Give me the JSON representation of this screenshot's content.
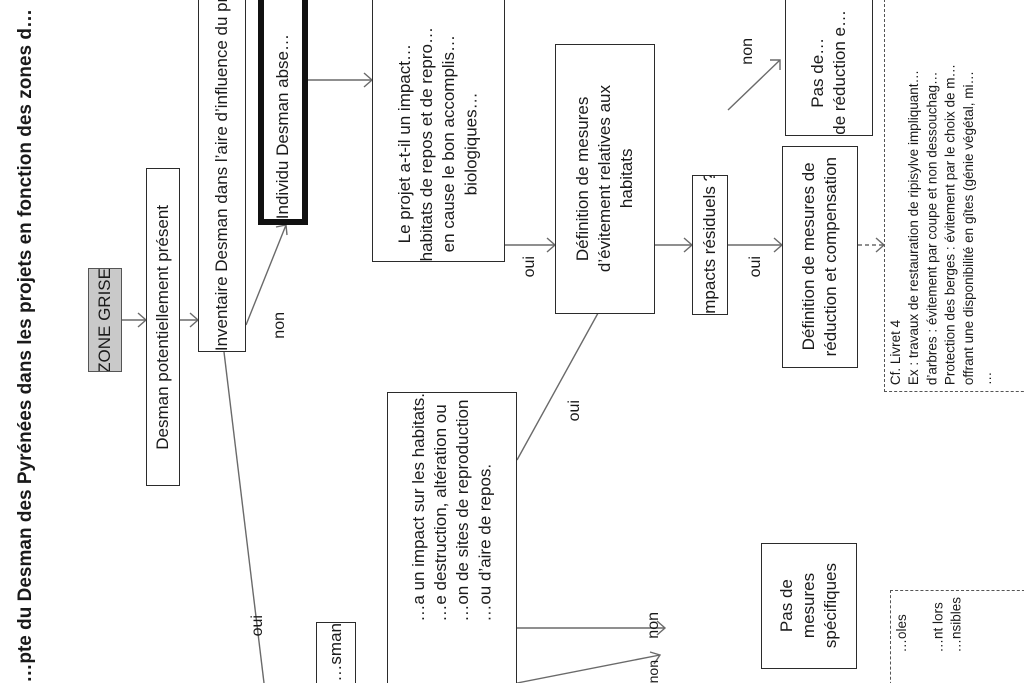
{
  "title": "…pte du Desman des Pyrénées dans les projets en fonction des zones d…",
  "nodes": {
    "zone_grise": "ZONE GRISE",
    "desman_present": "Desman potentiellement présent",
    "inventaire": "Inventaire Desman dans l’aire d’influence du projet (cf. prot…",
    "individu_absent": "Individu Desman abse…",
    "question_repos": "Le projet a-t-il un impact…\nhabitats de repos et de repro…\nen cause le bon accomplis…\nbiologiques…",
    "question_habitats": "…a un impact sur les habitats.\n…e destruction, altération ou\n…on de sites de reproduction\n…ou d’aire de repos.",
    "definition_evitement": "Définition de mesures\nd’évitement relatives aux\nhabitats",
    "impacts_residuels": "Impacts résiduels ?",
    "reduction_compensation": "Définition de mesures de\nréduction et compensation",
    "pas_reduction": "Pas de…\nde réduction e…",
    "pas_specifiques": "Pas de\nmesures\nspécifiques",
    "desman_partial": "…sman",
    "note_livret": "Cf. Livret 4\nEx : travaux de restauration de ripisylve impliquant…\nd’arbres : évitement par coupe et non dessouchag…\nProtection des berges : évitement par le choix de m…\noffrant une disponibilité en gîtes (génie végétal, mi…\n…",
    "note_left": "…oles\n\n…nt lors\n…nsibles"
  },
  "labels": {
    "oui_1": "oui",
    "non_1": "non",
    "oui_2": "oui",
    "oui_3": "oui",
    "non_2": "non",
    "oui_4": "oui",
    "non_3": "non",
    "non_4": "non"
  }
}
